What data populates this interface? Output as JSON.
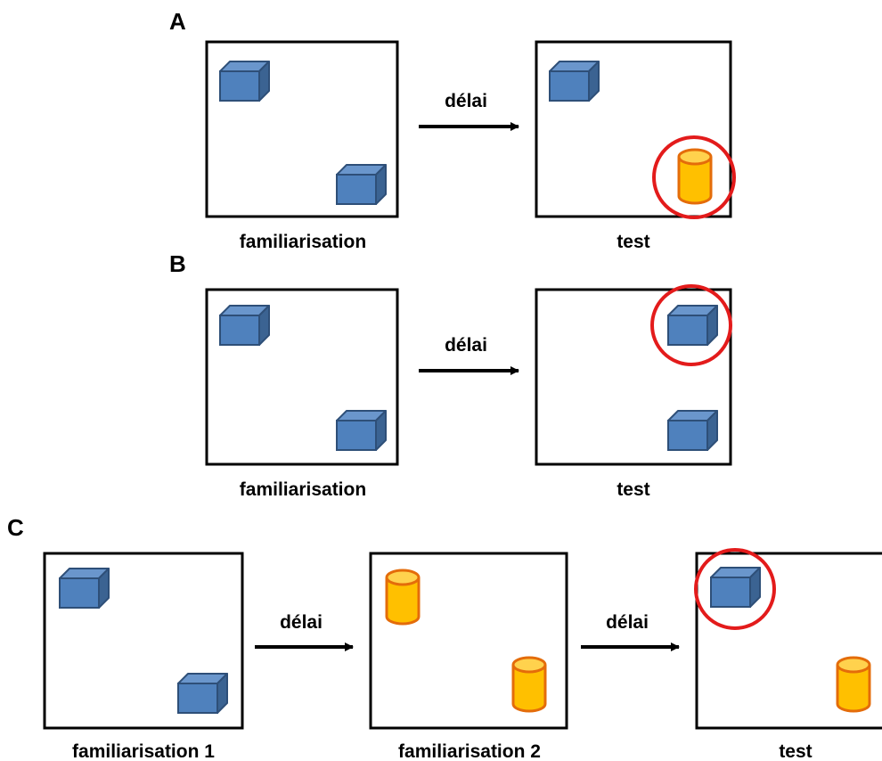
{
  "panels": [
    {
      "letter": "A",
      "steps": [
        {
          "caption": "familiarisation",
          "objects": [
            "cube-icon",
            "cube-icon"
          ]
        },
        {
          "caption": "test",
          "objects": [
            "cube-icon",
            "cylinder-icon"
          ],
          "highlighted": "cylinder-icon"
        }
      ],
      "arrows": [
        "délai"
      ]
    },
    {
      "letter": "B",
      "steps": [
        {
          "caption": "familiarisation",
          "objects": [
            "cube-icon",
            "cube-icon"
          ]
        },
        {
          "caption": "test",
          "objects": [
            "cube-icon",
            "cube-icon"
          ],
          "highlighted": "cube-icon"
        }
      ],
      "arrows": [
        "délai"
      ]
    },
    {
      "letter": "C",
      "steps": [
        {
          "caption": "familiarisation 1",
          "objects": [
            "cube-icon",
            "cube-icon"
          ]
        },
        {
          "caption": "familiarisation 2",
          "objects": [
            "cylinder-icon",
            "cylinder-icon"
          ]
        },
        {
          "caption": "test",
          "objects": [
            "cube-icon",
            "cylinder-icon"
          ],
          "highlighted": "cube-icon"
        }
      ],
      "arrows": [
        "délai",
        "délai"
      ]
    }
  ],
  "colors": {
    "cube_front": "#4F81BD",
    "cube_top": "#6A96CC",
    "cube_side": "#3B6392",
    "cube_stroke": "#2E4F78",
    "cylinder_fill": "#FFC000",
    "cylinder_top": "#FFD24D",
    "cylinder_stroke": "#E46C0A",
    "highlight_circle": "#E31B1B"
  }
}
